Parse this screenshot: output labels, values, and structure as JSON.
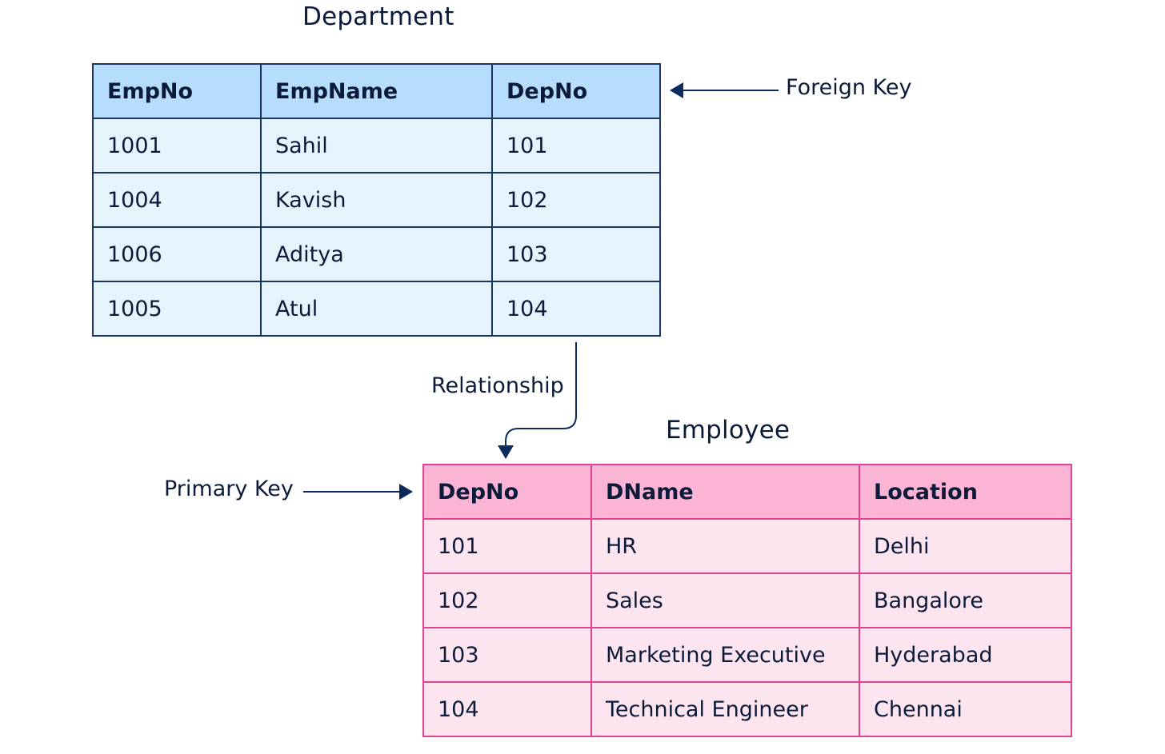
{
  "department": {
    "title": "Department",
    "columns": [
      "EmpNo",
      "EmpName",
      "DepNo"
    ],
    "rows": [
      [
        "1001",
        "Sahil",
        "101"
      ],
      [
        "1004",
        "Kavish",
        "102"
      ],
      [
        "1006",
        "Aditya",
        "103"
      ],
      [
        "1005",
        "Atul",
        "104"
      ]
    ]
  },
  "employee": {
    "title": "Employee",
    "columns": [
      "DepNo",
      "DName",
      "Location"
    ],
    "rows": [
      [
        "101",
        "HR",
        "Delhi"
      ],
      [
        "102",
        "Sales",
        "Bangalore"
      ],
      [
        "103",
        "Marketing Executive",
        "Hyderabad"
      ],
      [
        "104",
        "Technical Engineer",
        "Chennai"
      ]
    ]
  },
  "labels": {
    "foreign_key": "Foreign Key",
    "primary_key": "Primary Key",
    "relationship": "Relationship"
  },
  "colors": {
    "department_header": "#b6ddfb",
    "department_cell": "#e5f3fd",
    "department_border": "#1c3462",
    "employee_header": "#fbb4d4",
    "employee_cell": "#fde5f0",
    "employee_border": "#e0438f",
    "arrow": "#0d2a5c"
  }
}
